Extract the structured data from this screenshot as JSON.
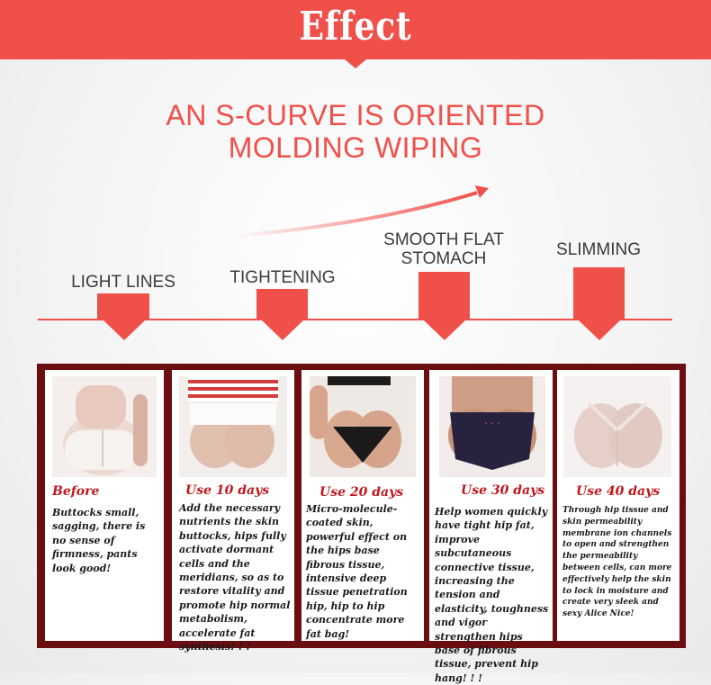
{
  "banner": {
    "title": "Effect"
  },
  "headline": {
    "line1": "AN S-CURVE IS ORIENTED",
    "line2": "MOLDING WIPING"
  },
  "stages": [
    {
      "label": "LIGHT LINES"
    },
    {
      "label": "TIGHTENING"
    },
    {
      "label_line1": "SMOOTH FLAT",
      "label_line2": "STOMACH"
    },
    {
      "label": "SLIMMING"
    }
  ],
  "colors": {
    "accent": "#f0504a",
    "panel": "#6a0e12",
    "card_title": "#c0171d"
  },
  "cards": [
    {
      "title": "Before",
      "text": "Buttocks small, sagging, there is no sense of firmness, pants look good!"
    },
    {
      "title": "Use 10 days",
      "text": "Add the necessary nutrients the skin buttocks, hips fully activate dormant cells and the meridians, so as to restore vitality and promote hip normal metabolism, accelerate fat synthesis! ! !"
    },
    {
      "title": "Use 20 days",
      "text": "Micro-molecule-coated skin, powerful effect on the hips base fibrous tissue, intensive deep tissue penetration hip, hip to hip concentrate more fat bag!"
    },
    {
      "title": "Use 30 days",
      "text": "Help women quickly have tight hip fat, improve subcutaneous connective tissue, increasing the tension and elasticity, toughness and vigor strengthen hips base of fibrous tissue, prevent hip hang! ! !"
    },
    {
      "title": "Use 40 days",
      "text": "Through hip tissue and skin permeability membrane ion channels to open and strengthen the permeability between cells, can more effectively help the skin to lock in moisture and create very sleek and sexy Alice Nice!"
    }
  ]
}
